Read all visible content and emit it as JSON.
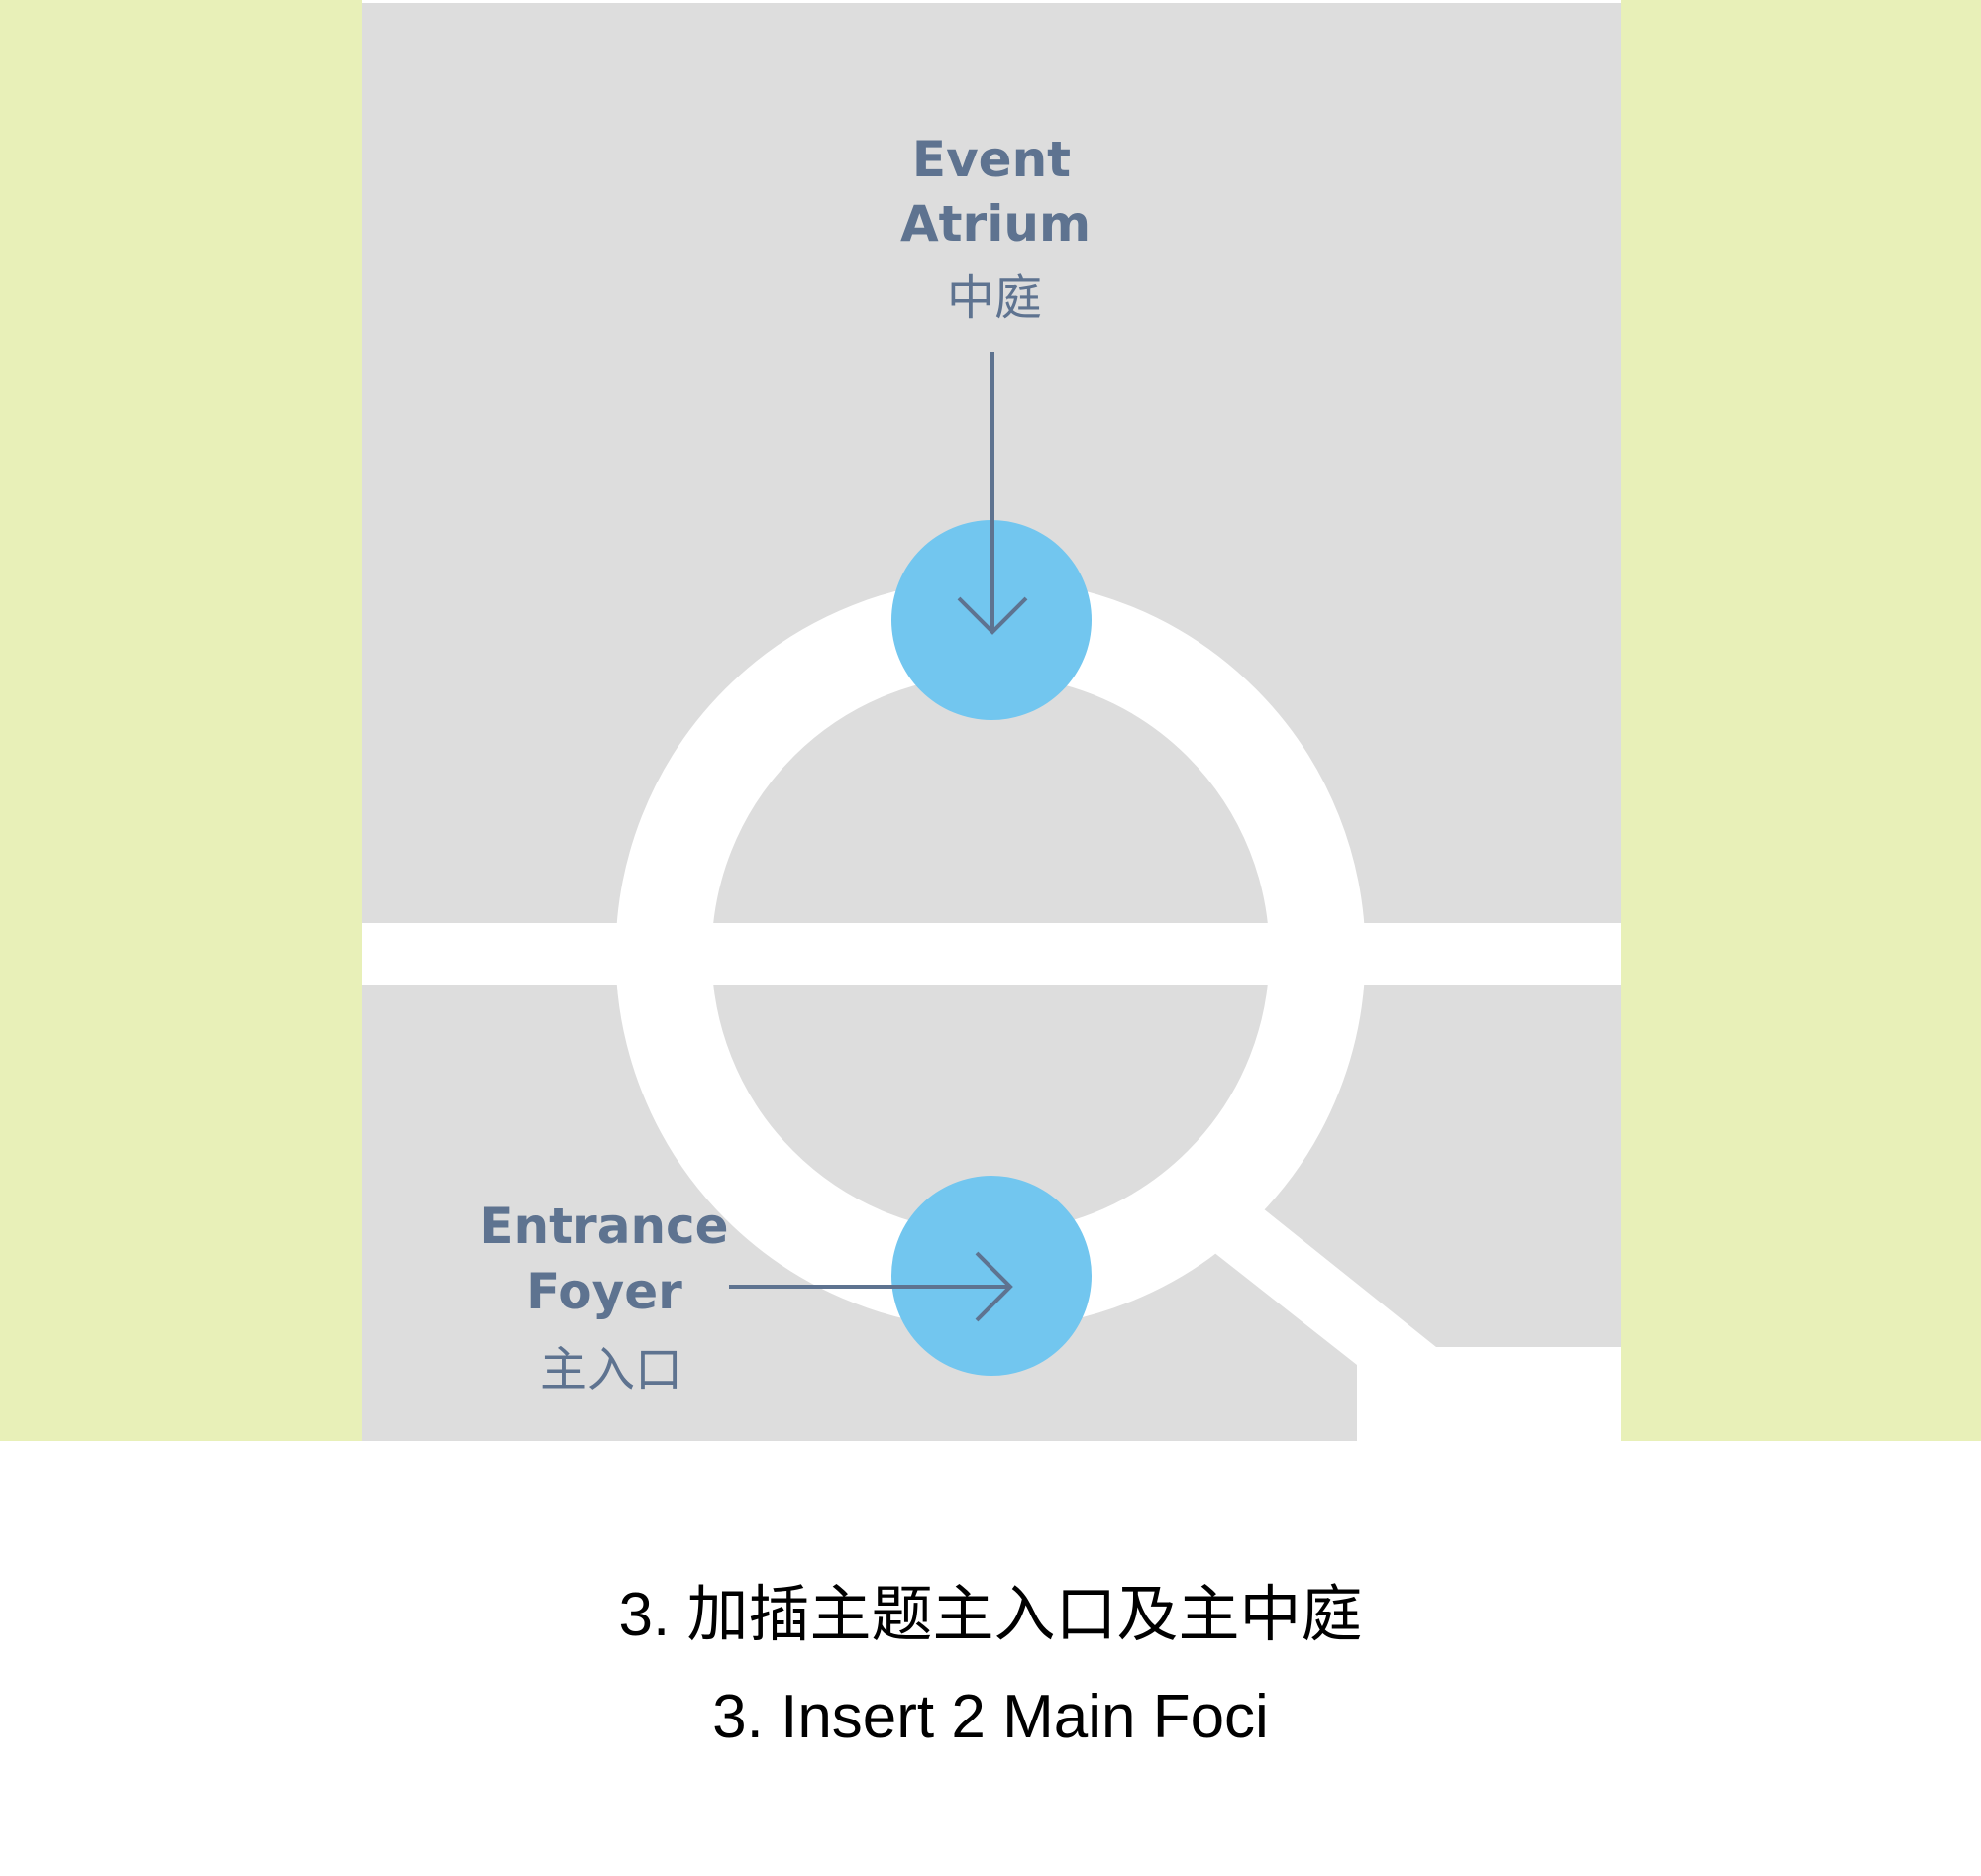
{
  "colors": {
    "green_strip": "#e8f0b8",
    "grey_block": "#dddddd",
    "corridor": "#ffffff",
    "focus_circle": "#72c6ef",
    "label_text": "#5e7390",
    "arrow": "#5e7390",
    "caption_text": "#000000"
  },
  "labels": {
    "event_atrium": {
      "line1": "Event",
      "line2": "Atrium",
      "zh": "中庭"
    },
    "entrance_foyer": {
      "line1": "Entrance",
      "line2": "Foyer",
      "zh": "主入口"
    }
  },
  "caption": {
    "zh": "3. 加插主题主入口及主中庭",
    "en": "3. Insert 2 Main Foci"
  }
}
